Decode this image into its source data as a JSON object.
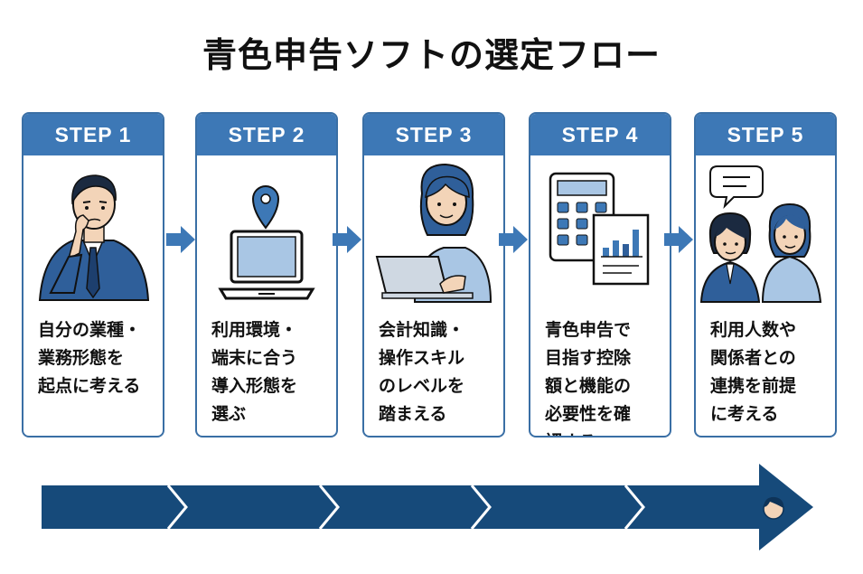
{
  "title": "青色申告ソフトの選定フロー",
  "colors": {
    "accent": "#3d78b6",
    "dark": "#164a7a",
    "light": "#a9c6e4"
  },
  "steps": [
    {
      "label": "STEP 1",
      "text": "自分の業種・\n業務形態を\n起点に考える",
      "icon": "thinking-businessman"
    },
    {
      "label": "STEP 2",
      "text": "利用環境・\n端末に合う\n導入形態を\n選ぶ",
      "icon": "laptop-location-pin"
    },
    {
      "label": "STEP 3",
      "text": "会計知識・\n操作スキル\nのレベルを\n踏まえる",
      "icon": "woman-with-laptop"
    },
    {
      "label": "STEP 4",
      "text": "青色申告で\n目指す控除\n額と機能の\n必要性を確\n認する",
      "icon": "calculator-and-chart"
    },
    {
      "label": "STEP 5",
      "text": "利用人数や\n関係者との\n連携を前提\nに考える",
      "icon": "two-people-speech-bubble"
    }
  ]
}
